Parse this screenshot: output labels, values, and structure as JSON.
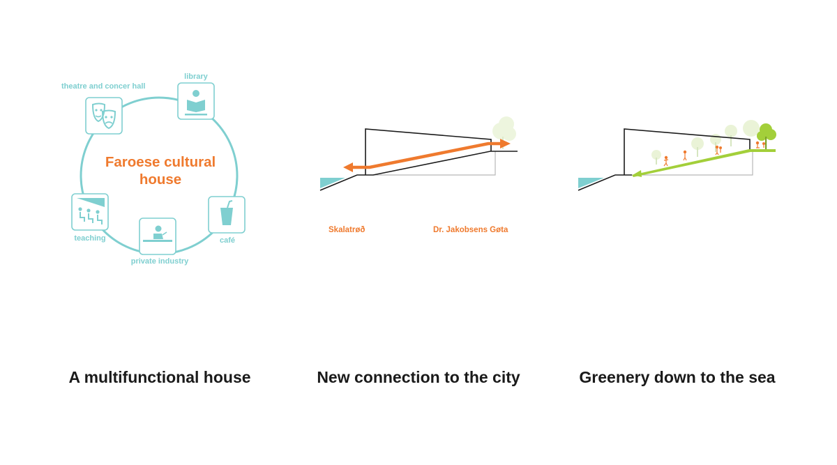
{
  "panel1": {
    "center_line1": "Faroese cultural",
    "center_line2": "house",
    "labels": {
      "library": "library",
      "theatre": "theatre and concer hall",
      "teaching": "teaching",
      "private_industry": "private industry",
      "cafe": "café"
    },
    "caption": "A multifunctional house"
  },
  "panel2": {
    "left_label": "Skalatrøð",
    "right_label": "Dr. Jakobsens Gøta",
    "caption": "New connection to the city"
  },
  "panel3": {
    "caption": "Greenery down to the sea"
  },
  "colors": {
    "teal": "#7fcfd0",
    "orange": "#ef7a2e",
    "green": "#a3cf3a",
    "light_green": "#d9ebb8",
    "black": "#1a1a1a"
  }
}
